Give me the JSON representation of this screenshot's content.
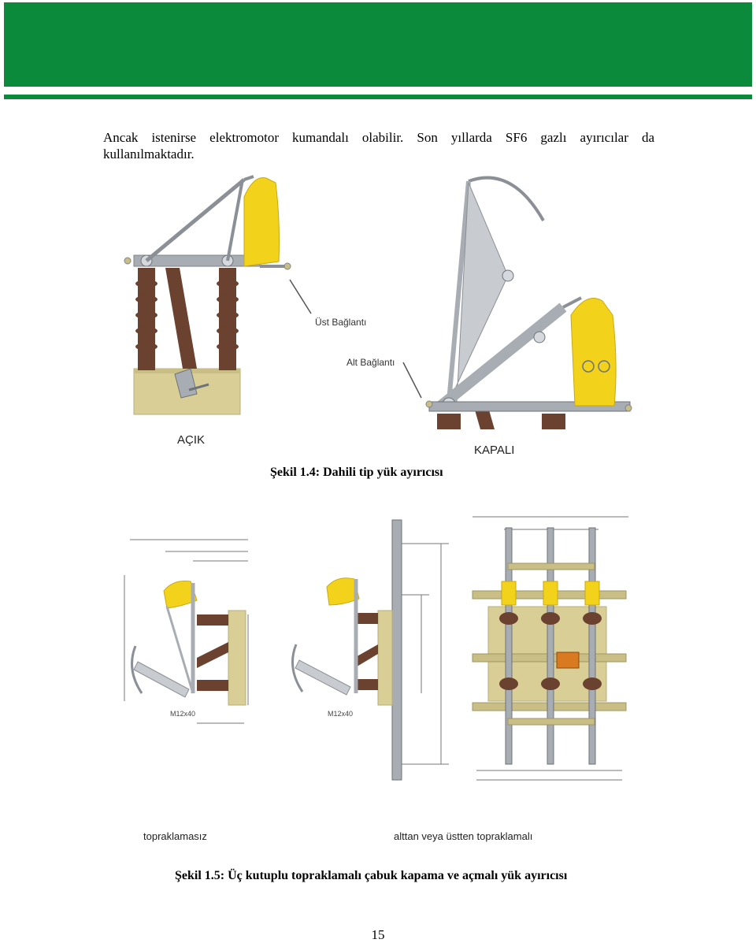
{
  "header": {
    "band_color": "#0a8a3a"
  },
  "paragraph": {
    "line1": "Ancak istenirse elektromotor kumandalı olabilir. Son yıllarda SF6 gazlı ayırıcılar da",
    "line2": "kullanılmaktadır."
  },
  "figure1": {
    "label_ust": "Üst Bağlantı",
    "label_alt": "Alt Bağlantı",
    "label_acik": "AÇIK",
    "label_kapali": "KAPALI",
    "caption": "Şekil 1.4: Dahili tip yük ayırıcısı"
  },
  "figure2": {
    "label_left": "topraklamasız",
    "label_right": "alttan veya üstten topraklamalı",
    "bolt_left": "M12x40",
    "bolt_mid": "M12x40",
    "caption": "Şekil 1.5: Üç kutuplu topraklamalı çabuk kapama ve açmalı yük ayırıcısı"
  },
  "colors": {
    "yellow": "#f2d21a",
    "insulator": "#6b4130",
    "frame": "#d9cf96",
    "steel": "#a8adb3"
  },
  "page_number": "15"
}
